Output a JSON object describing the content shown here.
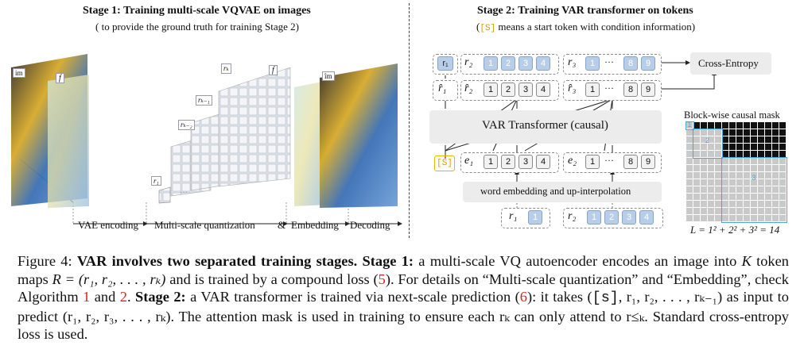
{
  "stage1": {
    "title": "Stage 1:  Training multi-scale VQVAE on images",
    "subtitle": "( to provide the ground truth for training Stage 2)",
    "tags": {
      "im": "im",
      "f_left": "f",
      "r1": "r₁",
      "rk2": "rₖ₋₂",
      "rk1": "rₖ₋₁",
      "rk": "rₖ",
      "f_right": "f",
      "im_hat": "îm"
    },
    "footer": {
      "vae": "VAE encoding",
      "msq": "Multi-scale quantization",
      "amp": "&",
      "emb": "Embedding",
      "dec": "Decoding"
    }
  },
  "stage2": {
    "title": "Stage 2:  Training VAR transformer on tokens",
    "subtitle_tag": "[S]",
    "subtitle_rest": " means a start token with condition information)",
    "subtitle_open": "(",
    "cross_entropy": "Cross-Entropy",
    "transformer": "VAR Transformer (causal)",
    "embedding": "word embedding and up-interpolation",
    "s_token": "[S]",
    "mask_title": "Block-wise causal mask",
    "mask_eq": "L = 1² + 2² + 3² = 14",
    "mask_labels": [
      "1",
      "2",
      "3"
    ],
    "rows": {
      "target": {
        "r1": "r₁",
        "r2": "r₂",
        "r3": "r₃",
        "n1": [
          "1",
          "2",
          "3",
          "4"
        ],
        "n2": [
          "1",
          "8",
          "9"
        ],
        "dots": "···"
      },
      "pred": {
        "r1": "r̂₁",
        "r2": "r̂₂",
        "r3": "r̂₃",
        "n1": [
          "1",
          "2",
          "3",
          "4"
        ],
        "n2": [
          "1",
          "8",
          "9"
        ],
        "dots": "···"
      },
      "emb": {
        "e1": "e₁",
        "e2": "e₂",
        "n1": [
          "1",
          "2",
          "3",
          "4"
        ],
        "n2": [
          "1",
          "8",
          "9"
        ],
        "dots": "···"
      },
      "input": {
        "r1": "r₁",
        "r2": "r₂",
        "n1": [
          "1"
        ],
        "n2": [
          "1",
          "2",
          "3",
          "4"
        ]
      }
    }
  },
  "caption": {
    "fig": "Figure 4: ",
    "bold1": "VAR involves two separated training stages.",
    "bold2": "Stage 1:",
    "text1": " a multi-scale VQ autoencoder encodes an image into ",
    "K": "K",
    "text2": " token maps ",
    "R": "R = (r₁, r₂, . . . , rₖ)",
    "text3": " and is trained by a compound loss (",
    "ref5": "5",
    "text4": "). For details on “Multi-scale quantization” and “Embedding”, check Algorithm ",
    "ref1": "1",
    "and": " and ",
    "ref2": "2",
    "text5": ". ",
    "bold3": "Stage 2:",
    "text6": " a VAR transformer is trained via next-scale prediction (",
    "ref6": "6",
    "text7": "): it takes (",
    "stok": "[s]",
    "text8": ", r₁, r₂, . . . , rₖ₋₁) as input to predict (r₁, r₂, r₃, . . . , rₖ). The attention mask is used in training to ensure each rₖ can only attend to r≤ₖ. Standard cross-entropy loss is used."
  }
}
